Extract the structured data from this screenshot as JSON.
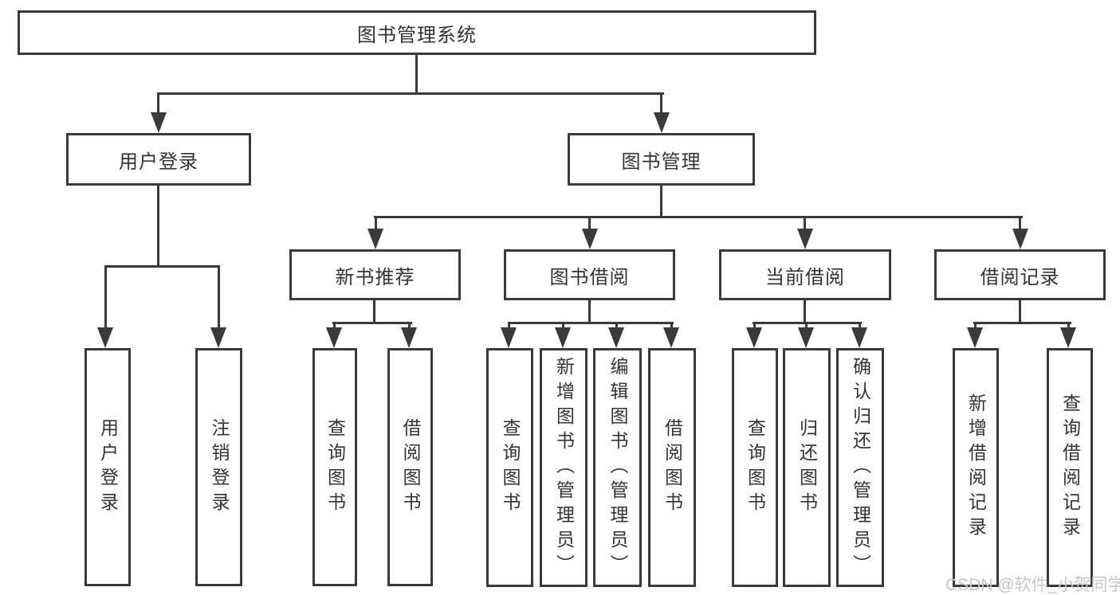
{
  "tree": {
    "label": "图书管理系统",
    "children": [
      {
        "label": "用户登录",
        "children": [
          {
            "label": "用户登录"
          },
          {
            "label": "注销登录"
          }
        ]
      },
      {
        "label": "图书管理",
        "children": [
          {
            "label": "新书推荐",
            "children": [
              {
                "label": "查询图书"
              },
              {
                "label": "借阅图书"
              }
            ]
          },
          {
            "label": "图书借阅",
            "children": [
              {
                "label": "查询图书"
              },
              {
                "label": "新增图书（管理员）"
              },
              {
                "label": "编辑图书（管理员）"
              },
              {
                "label": "借阅图书"
              }
            ]
          },
          {
            "label": "当前借阅",
            "children": [
              {
                "label": "查询图书"
              },
              {
                "label": "归还图书"
              },
              {
                "label": "确认归还（管理员）"
              }
            ]
          },
          {
            "label": "借阅记录",
            "children": [
              {
                "label": "新增借阅记录"
              },
              {
                "label": "查询借阅记录"
              }
            ]
          }
        ]
      }
    ]
  },
  "watermark": "CSDN @软件_小贺同学",
  "colors": {
    "line": "#3a3a3a",
    "text": "#333333",
    "watermark_text": "#c6c6c6",
    "background": "#ffffff"
  }
}
